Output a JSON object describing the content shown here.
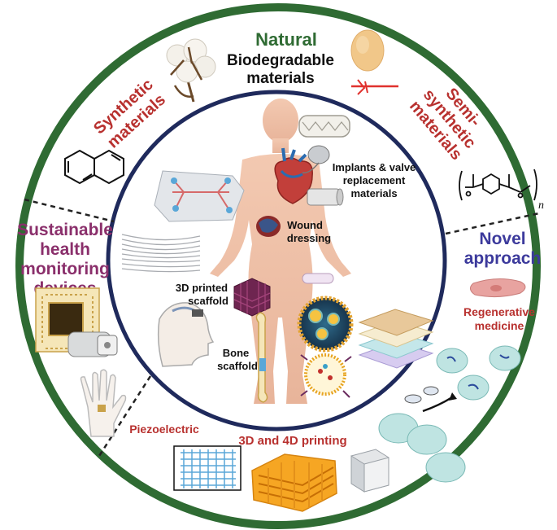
{
  "colors": {
    "outer_ring": "#2f6b33",
    "inner_ring": "#1f2a5c",
    "green_title": "#2f6b33",
    "red_label": "#b8312f",
    "purple_label": "#8a2f6b",
    "blue_label": "#3c3a9c",
    "black_label": "#111111"
  },
  "labels": {
    "natural": "Natural",
    "biodegradable": "Biodegradable",
    "materials": "materials",
    "synthetic_1": "Synthetic",
    "synthetic_2": "materials",
    "semi_1": "Semi-",
    "semi_2": "synthetic",
    "semi_3": "materials",
    "sustainable_1": "Sustainable",
    "sustainable_2": "health",
    "sustainable_3": "monitoring",
    "sustainable_4": "devices",
    "novel_1": "Novel",
    "novel_2": "approach",
    "regen_1": "Regenerative",
    "regen_2": "medicine",
    "piezo": "Piezoelectric",
    "printing": "3D and 4D printing",
    "implants_1": "Implants & valve",
    "implants_2": "replacement",
    "implants_3": "materials",
    "wound_1": "Wound",
    "wound_2": "dressing",
    "scaffold3d_1": "3D printed",
    "scaffold3d_2": "scaffold",
    "bone_1": "Bone",
    "bone_2": "scaffold",
    "polymer_n": "n"
  },
  "icons": [
    "cotton-boll-icon",
    "seed-icon",
    "suture-thread-icon",
    "naphthalene-structure-icon",
    "polymer-structure-icon",
    "human-body-icon",
    "heart-icon",
    "stent-icon",
    "pacemaker-icon",
    "catheter-icon",
    "wound-icon",
    "microfluidic-chip-icon",
    "fiber-bundle-icon",
    "scaffold-cube-icon",
    "bone-icon",
    "nanoparticle-icon",
    "liposome-icon",
    "dressing-layers-icon",
    "head-sensor-icon",
    "chip-icon",
    "wearable-device-icon",
    "hand-icon",
    "cell-icon",
    "mesh-icon",
    "printed-lattice-icon",
    "hydrogel-cube-icon",
    "stem-cells-icon",
    "gene-edit-icon"
  ]
}
